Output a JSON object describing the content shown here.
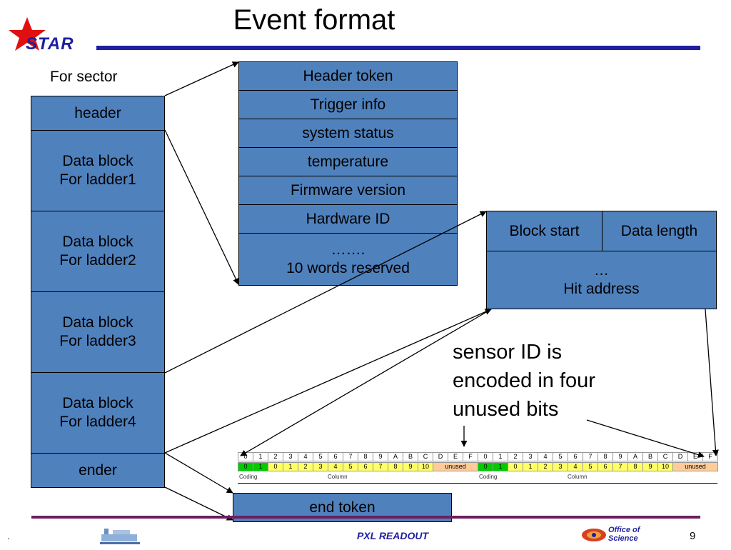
{
  "slide": {
    "title": "Event format",
    "logo_text": "STAR",
    "footer_left": ".",
    "footer_center": "PXL READOUT",
    "footer_right_logo_line1": "Office of",
    "footer_right_logo_line2": "Science",
    "page_number": "9",
    "colors": {
      "block": "#4f81bd",
      "rule": "#1f1f9f",
      "bottom_rule": "#6b1f5f"
    }
  },
  "sector": {
    "label": "For sector",
    "blocks": [
      "header",
      "Data block\nFor ladder1",
      "Data block\nFor ladder2",
      "Data block\nFor ladder3",
      "Data block\nFor ladder4",
      "ender"
    ]
  },
  "header_detail": [
    "Header token",
    "Trigger info",
    "system status",
    "temperature",
    "Firmware version",
    "Hardware ID",
    "…….\n10 words reserved"
  ],
  "ladder_detail": {
    "block_start": "Block start",
    "data_length": "Data length",
    "hit_address": "…\nHit address"
  },
  "annotation": "sensor ID is\nencoded in four\nunused bits",
  "end_token": "end token",
  "bitfield": {
    "header_bits": [
      "0",
      "1",
      "2",
      "3",
      "4",
      "5",
      "6",
      "7",
      "8",
      "9",
      "A",
      "B",
      "C",
      "D",
      "E",
      "F",
      "0",
      "1",
      "2",
      "3",
      "4",
      "5",
      "6",
      "7",
      "8",
      "9",
      "A",
      "B",
      "C",
      "D",
      "E",
      "F"
    ],
    "value_row1": [
      "0",
      "1",
      "0",
      "1",
      "2",
      "3",
      "4",
      "5",
      "6",
      "7",
      "8",
      "9",
      "10"
    ],
    "unused_label": "unused",
    "value_row2": [
      "0",
      "1",
      "0",
      "1",
      "2",
      "3",
      "4",
      "5",
      "6",
      "7",
      "8",
      "9",
      "10"
    ],
    "coding_label": "Coding",
    "column_label": "Column",
    "colors": {
      "coding": "#00cc00",
      "column": "#ffff66",
      "unused": "#ffcc99"
    }
  }
}
